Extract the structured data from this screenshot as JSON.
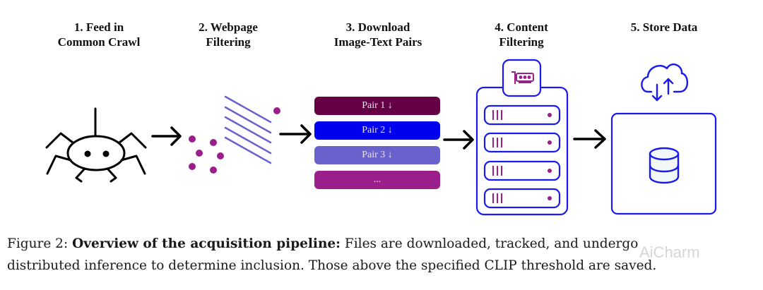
{
  "figure": {
    "stages": [
      {
        "line1": "1. Feed in",
        "line2": "Common Crawl"
      },
      {
        "line1": "2. Webpage",
        "line2": "Filtering"
      },
      {
        "line1": "3. Download",
        "line2": "Image-Text Pairs"
      },
      {
        "line1": "4. Content",
        "line2": "Filtering"
      },
      {
        "line1": "5. Store Data",
        "line2": ""
      }
    ],
    "pairs": [
      {
        "label": "Pair 1 ↓",
        "color": "#660044"
      },
      {
        "label": "Pair 2 ↓",
        "color": "#0000ee"
      },
      {
        "label": "Pair 3 ↓",
        "color": "#6a62cc"
      },
      {
        "label": "...",
        "color": "#9b1f8a"
      }
    ],
    "icons": {
      "stage1": "spider-icon",
      "stage2": "filter-lines-icon",
      "stage4": "server-rack-icon",
      "stage4_top": "gpu-card-icon",
      "stage5_top": "cloud-sync-icon",
      "stage5": "database-icon"
    },
    "colors": {
      "accent_blue": "#1a1aee",
      "accent_purple": "#9b1f8a",
      "filter_lines": "#6a62cc",
      "arrow": "#000000"
    }
  },
  "caption": {
    "label": "Figure 2:",
    "title": "Overview of the acquisition pipeline:",
    "line1_rest": "Files are downloaded, tracked, and undergo",
    "line2": "distributed inference to determine inclusion. Those above the specified CLIP threshold are saved."
  },
  "watermark": "AiCharm"
}
